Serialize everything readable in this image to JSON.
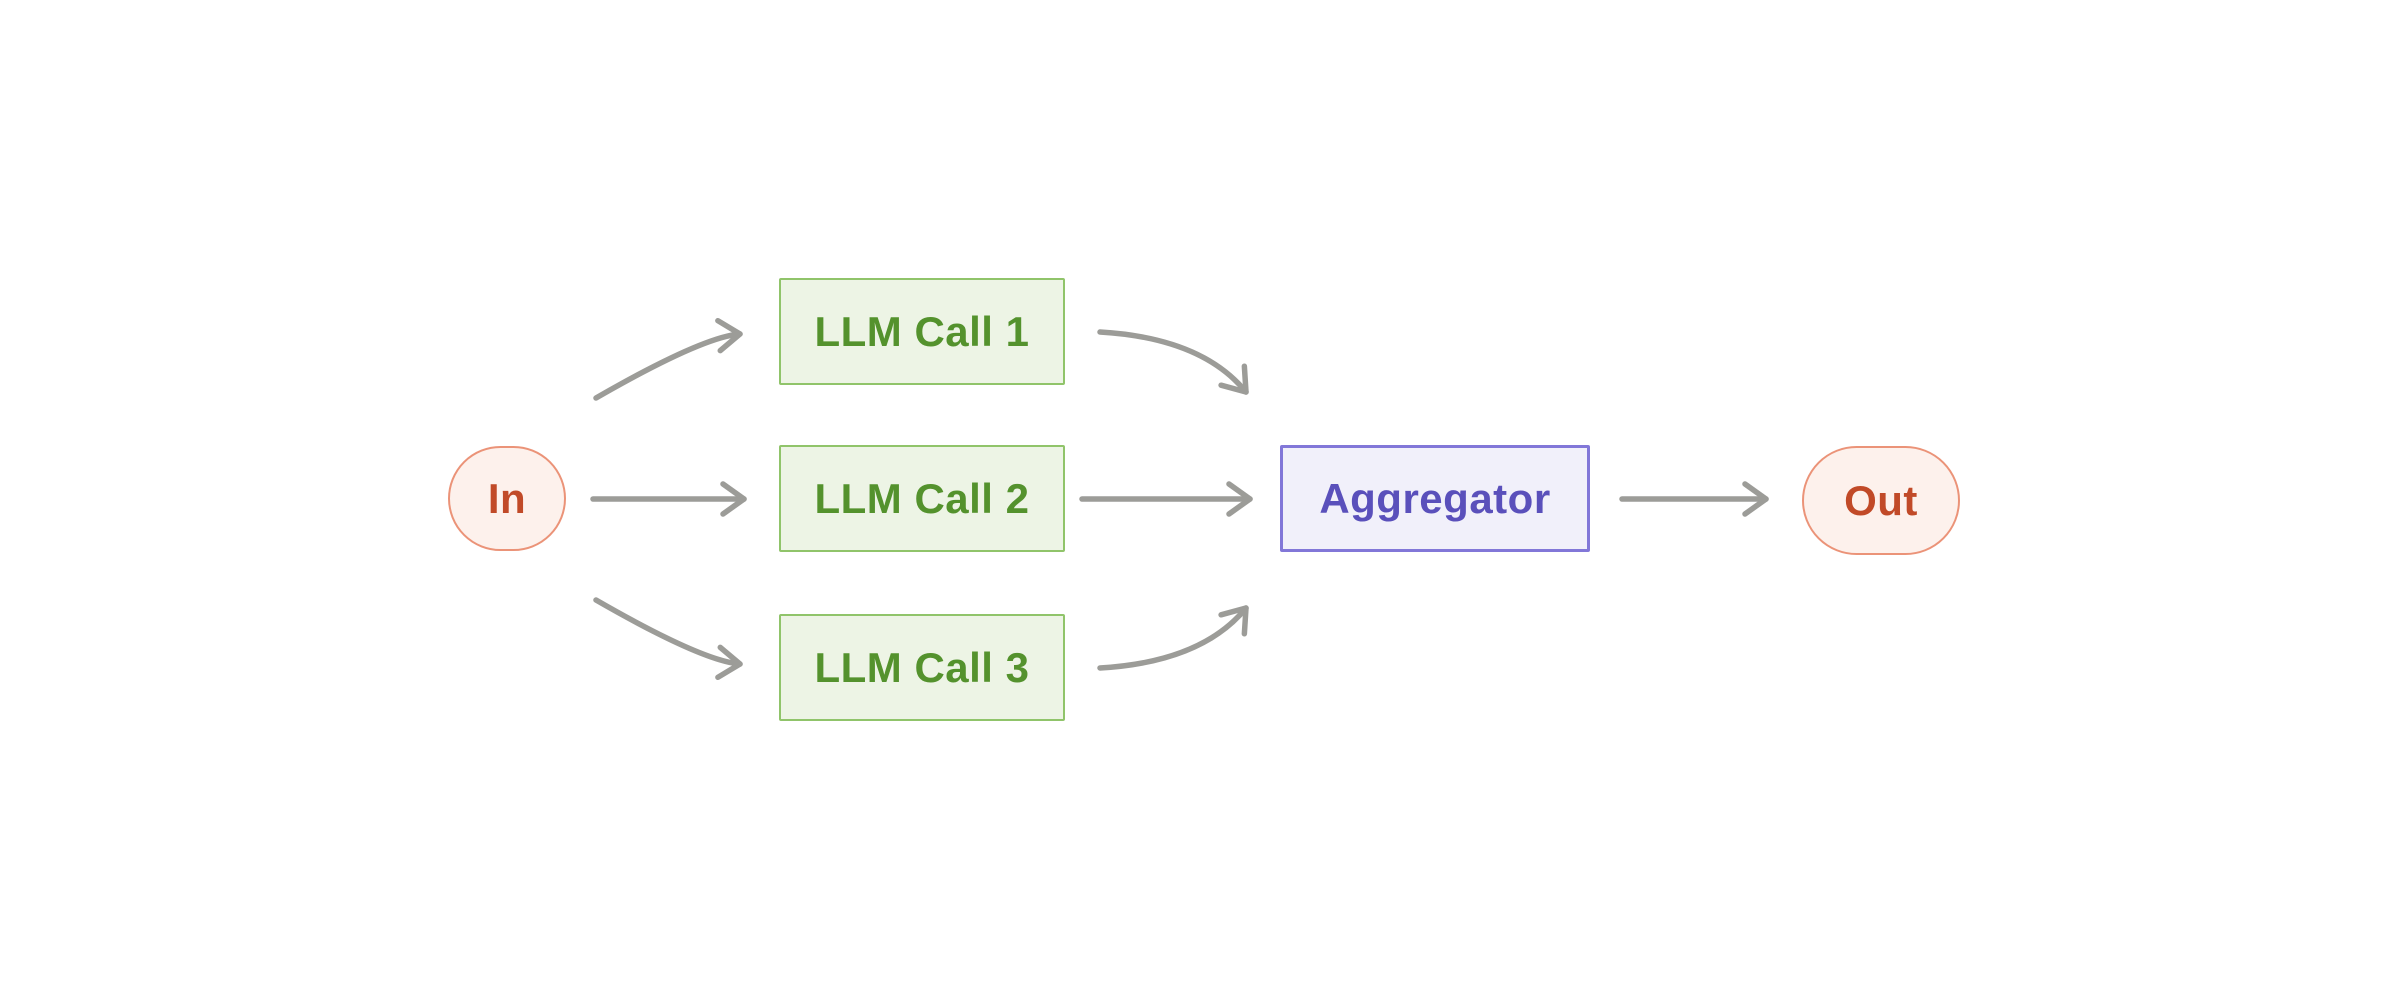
{
  "diagram": {
    "kind": "flow-diagram",
    "background": "#ffffff",
    "arrow_color": "#9c9c98",
    "nodes": {
      "in": {
        "label": "In",
        "shape": "pill",
        "fill": "#fdf1ec",
        "border": "#eb9378",
        "text_color": "#c14a28"
      },
      "llm_call_1": {
        "label": "LLM Call 1",
        "shape": "rect",
        "fill": "#edf4e5",
        "border": "#90c46a",
        "text_color": "#54922d"
      },
      "llm_call_2": {
        "label": "LLM Call 2",
        "shape": "rect",
        "fill": "#edf4e5",
        "border": "#90c46a",
        "text_color": "#54922d"
      },
      "llm_call_3": {
        "label": "LLM Call 3",
        "shape": "rect",
        "fill": "#edf4e5",
        "border": "#90c46a",
        "text_color": "#54922d"
      },
      "aggregator": {
        "label": "Aggregator",
        "shape": "rect",
        "fill": "#f1f0fa",
        "border": "#8277d8",
        "text_color": "#5a50bb"
      },
      "out": {
        "label": "Out",
        "shape": "pill",
        "fill": "#fdf1ec",
        "border": "#eb9378",
        "text_color": "#c14a28"
      }
    },
    "edges": [
      {
        "from": "in",
        "to": "llm_call_1",
        "style": "curved-up"
      },
      {
        "from": "in",
        "to": "llm_call_2",
        "style": "straight"
      },
      {
        "from": "in",
        "to": "llm_call_3",
        "style": "curved-down"
      },
      {
        "from": "llm_call_1",
        "to": "aggregator",
        "style": "curved-down"
      },
      {
        "from": "llm_call_2",
        "to": "aggregator",
        "style": "straight"
      },
      {
        "from": "llm_call_3",
        "to": "aggregator",
        "style": "curved-up"
      },
      {
        "from": "aggregator",
        "to": "out",
        "style": "straight"
      }
    ]
  }
}
